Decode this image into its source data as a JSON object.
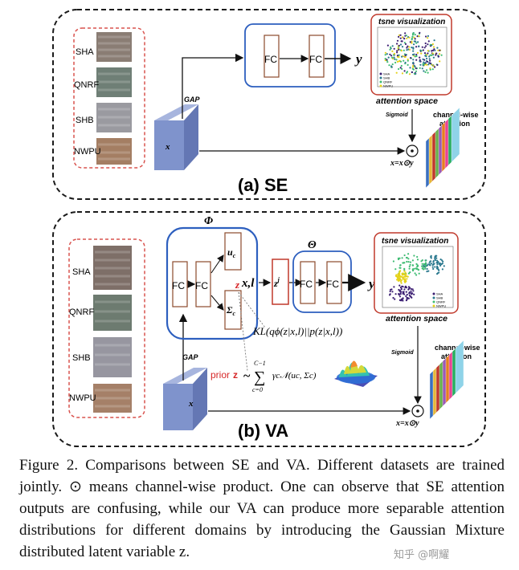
{
  "panel_a": {
    "title": "(a) SE",
    "datasets": [
      "SHA",
      "QNRF",
      "SHB",
      "NWPU"
    ],
    "gap": "GAP",
    "x": "x",
    "fc": "FC",
    "y": "y",
    "tsne_title": "tsne visualization",
    "attention_space": "attention space",
    "sigmoid": "Sigmoid",
    "cw_line1": "channel-wise",
    "cw_line2": "attention",
    "product": "x=x⊙y"
  },
  "panel_b": {
    "title": "(b) VA",
    "datasets": [
      "SHA",
      "QNRF",
      "SHB",
      "NWPU"
    ],
    "gap": "GAP",
    "x": "x",
    "phi": "Φ",
    "theta": "Θ",
    "fc": "FC",
    "u": "u",
    "u_sub": "c",
    "sigma": "Σ",
    "sigma_sub": "c",
    "z": "z",
    "xl": "x,l",
    "zj": "z",
    "zj_sup": "j",
    "y": "y",
    "kl": "KL(qϕ(z|x,l)||p(z|x,l))",
    "prior": "prior",
    "prior_z": "z",
    "tilde": "~",
    "sum_top": "C−1",
    "sum_bot": "c=0",
    "gmm": "γc𝒩(uc, Σc)",
    "tsne_title": "tsne visualization",
    "attention_space": "attention space",
    "sigmoid": "Sigmoid",
    "cw_line1": "channel-wise",
    "cw_line2": "attention",
    "product": "x=x⊙y"
  },
  "legend_entries": [
    "SHA",
    "SHB",
    "QNRF",
    "NWPU"
  ],
  "caption": "Figure 2. Comparisons between SE and VA. Different datasets are trained jointly. ⊙ means channel-wise product. One can observe that SE attention outputs are confusing, while our VA can produce more separable attention distributions for different domains by introducing the Gaussian Mixture distributed latent variable z.",
  "watermark": "知乎 @啊耀",
  "colors": {
    "dashed_border": "#1a1a1a",
    "dataset_border": "#d9534f",
    "cube_front": "#7f93cc",
    "fc_box_border": "#8b4a2b",
    "fc_group_border": "#2d5fbf",
    "tsne_border": "#c0392b",
    "prior_red": "#d62728"
  }
}
